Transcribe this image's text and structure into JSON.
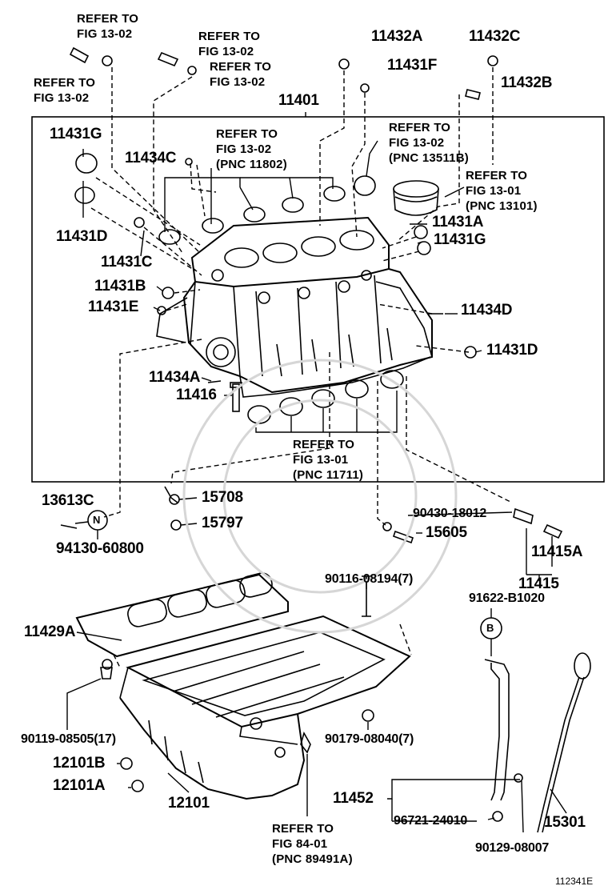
{
  "figure_code": "112341E",
  "markers": {
    "n": "N",
    "b": "B"
  },
  "refs": {
    "r1": [
      "REFER TO",
      "FIG 13-02"
    ],
    "r2": [
      "REFER TO",
      "FIG 13-02"
    ],
    "r3": [
      "REFER TO",
      "FIG 13-02"
    ],
    "r4": [
      "REFER TO",
      "FIG 13-02"
    ],
    "r5": [
      "REFER TO",
      "FIG 13-02",
      "(PNC 11802)"
    ],
    "r6": [
      "REFER TO",
      "FIG 13-02",
      "(PNC 13511B)"
    ],
    "r7": [
      "REFER TO",
      "FIG 13-01",
      "(PNC 13101)"
    ],
    "r8": [
      "REFER TO",
      "FIG 13-01",
      "(PNC 11711)"
    ],
    "r9": [
      "REFER TO",
      "FIG 84-01",
      "(PNC 89491A)"
    ]
  },
  "parts": {
    "p11432a": "11432A",
    "p11432c": "11432C",
    "p11431f": "11431F",
    "p11432b": "11432B",
    "p11401": "11401",
    "p11431g": "11431G",
    "p11434c": "11434C",
    "p11431d_l": "11431D",
    "p11431c": "11431C",
    "p11431b": "11431B",
    "p11431e": "11431E",
    "p11431a": "11431A",
    "p11431g_r": "11431G",
    "p11434d": "11434D",
    "p11431d_r": "11431D",
    "p11434a": "11434A",
    "p11416": "11416",
    "p13613c": "13613C",
    "p94130": "94130-60800",
    "p15708": "15708",
    "p15797": "15797",
    "p90430": "90430-18012",
    "p15605": "15605",
    "p11415a": "11415A",
    "p11415": "11415",
    "p90116": "90116-08194(7)",
    "p91622": "91622-B1020",
    "p11429a": "11429A",
    "p90119": "90119-08505(17)",
    "p90179": "90179-08040(7)",
    "p12101b": "12101B",
    "p12101a": "12101A",
    "p12101": "12101",
    "p11452": "11452",
    "p96721": "96721-24010",
    "p15301": "15301",
    "p90129": "90129-08007"
  }
}
